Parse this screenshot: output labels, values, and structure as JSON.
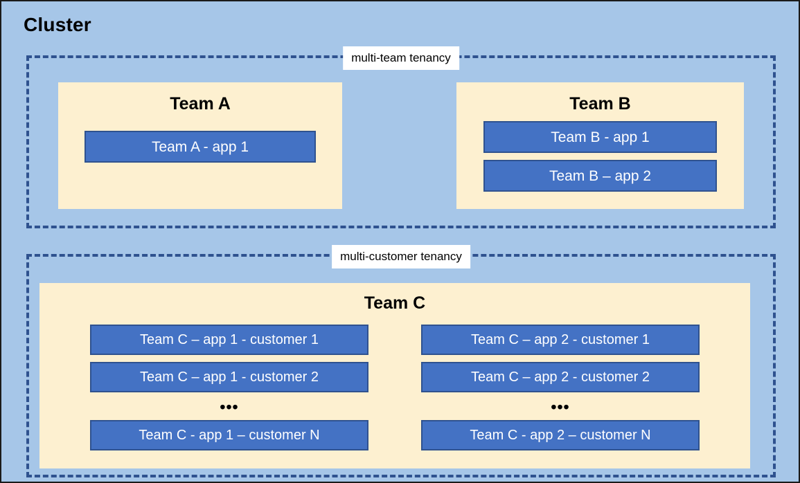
{
  "diagram": {
    "cluster_title": "Cluster",
    "background_color": "#a6c6e8",
    "team_box_color": "#fdf0d0",
    "app_chip_color": "#4472c4",
    "app_chip_border_color": "#2f528f",
    "dashed_border_color": "#2f528f",
    "groups": [
      {
        "id": "multi-team",
        "label": "multi-team tenancy",
        "teams": [
          {
            "id": "team-a",
            "title": "Team A",
            "apps": [
              "Team A - app 1"
            ]
          },
          {
            "id": "team-b",
            "title": "Team B",
            "apps": [
              "Team B - app 1",
              "Team B – app 2"
            ]
          }
        ]
      },
      {
        "id": "multi-customer",
        "label": "multi-customer tenancy",
        "teams": [
          {
            "id": "team-c",
            "title": "Team C",
            "columns": [
              {
                "items": [
                  "Team C – app 1 - customer 1",
                  "Team C – app 1 - customer 2"
                ],
                "ellipsis": "•••",
                "last": "Team C - app 1 – customer N"
              },
              {
                "items": [
                  "Team C – app 2 - customer 1",
                  "Team C – app 2 - customer 2"
                ],
                "ellipsis": "•••",
                "last": "Team C - app 2 – customer N"
              }
            ]
          }
        ]
      }
    ]
  }
}
